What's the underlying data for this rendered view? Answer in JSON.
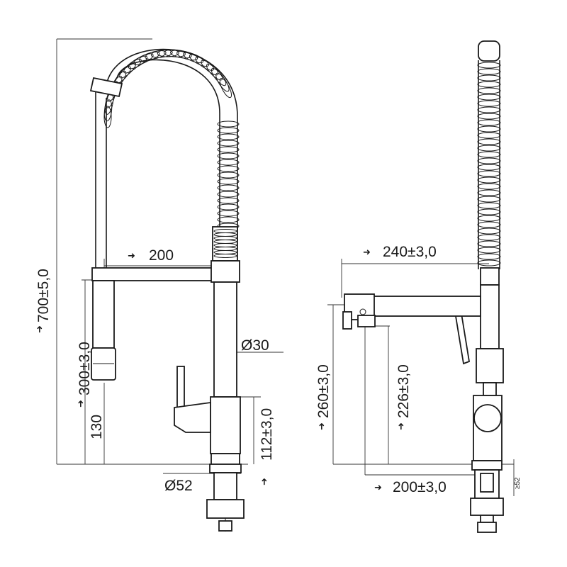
{
  "front_view": {
    "height_total": "700±5,0",
    "reach": "200",
    "spray_height": "300±3,0",
    "base_to_hose": "130",
    "spout_diameter": "Ø30",
    "base_height": "112±3,0",
    "base_diameter": "Ø52"
  },
  "side_view": {
    "reach": "240±3,0",
    "handle_height": "260±3,0",
    "spout_height": "226±3,0",
    "base_reach": "200±3,0",
    "deck_thickness": "≥52"
  },
  "arrow_glyph": "➜"
}
